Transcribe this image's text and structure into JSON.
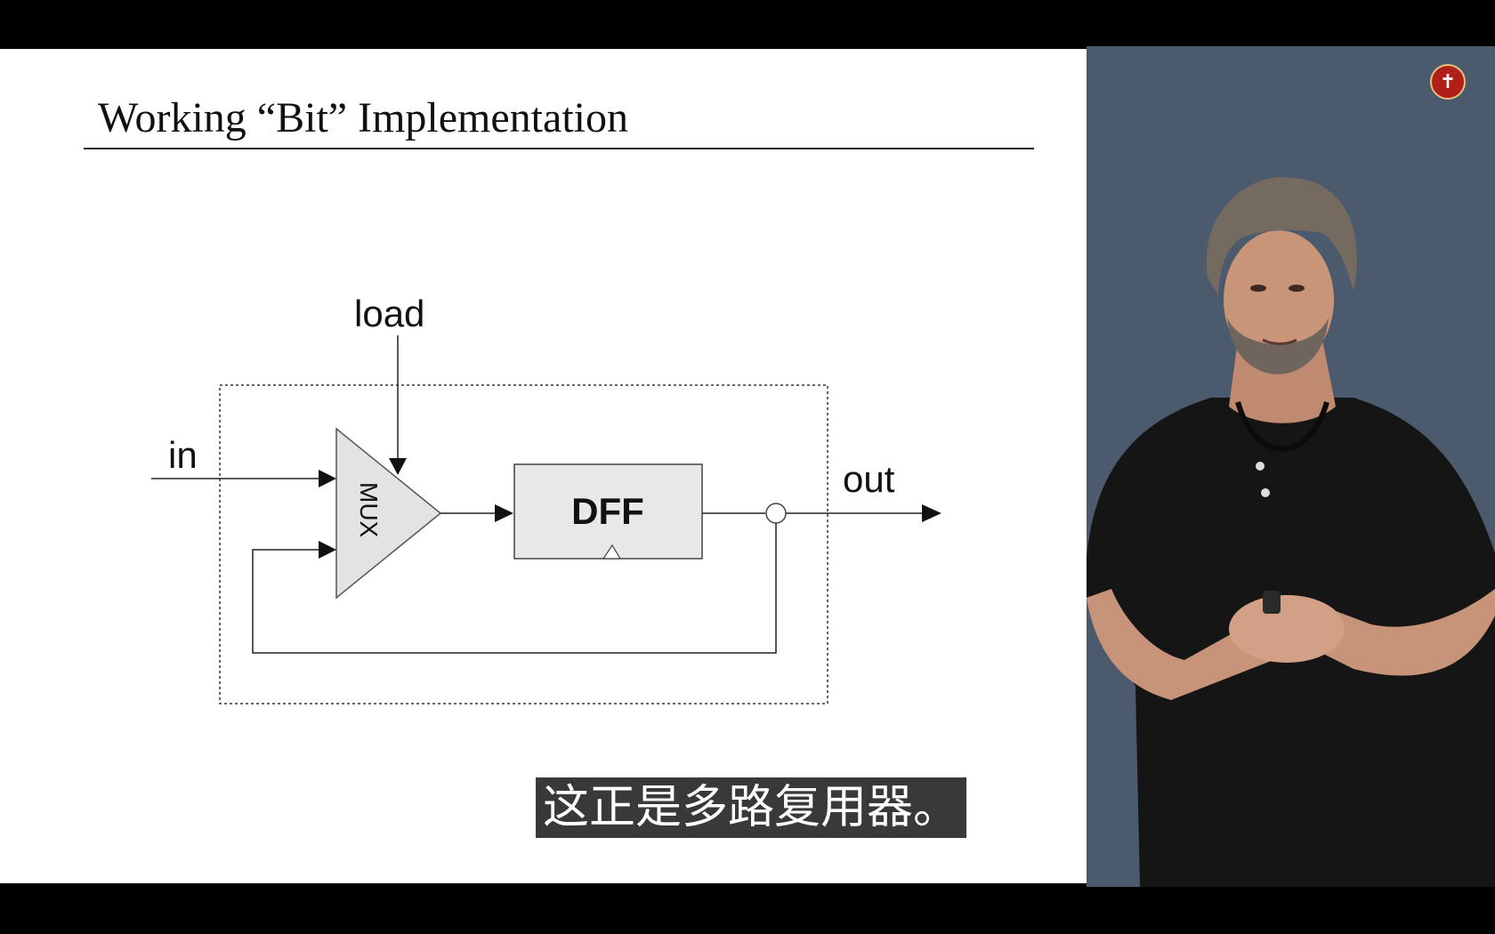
{
  "slide": {
    "title": "Working “Bit” Implementation",
    "diagram": {
      "load_label": "load",
      "in_label": "in",
      "out_label": "out",
      "mux_label": "MUX",
      "dff_label": "DFF"
    }
  },
  "subtitle": "这正是多路复用器。",
  "logo_icon": "university-seal-icon",
  "colors": {
    "presenter_background": "#4c5a6d",
    "subtitle_background": "#282828",
    "logo_red": "#b01f18"
  }
}
